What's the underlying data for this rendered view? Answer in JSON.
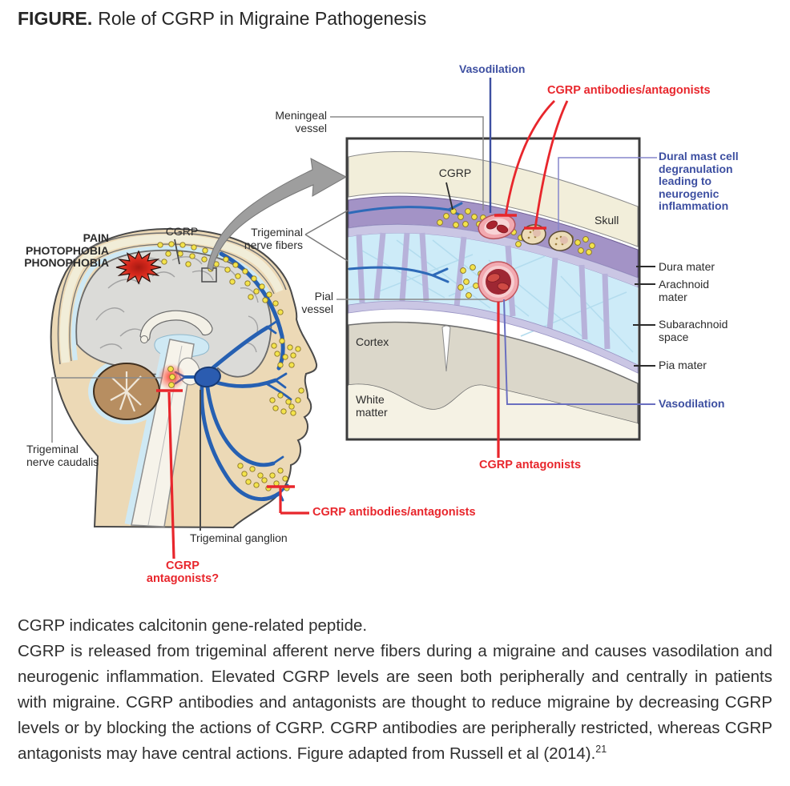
{
  "title": {
    "prefix": "FIGURE.",
    "text": "Role of CGRP in Migraine Pathogenesis"
  },
  "colors": {
    "label_blue": "#3d4fa1",
    "label_red": "#e8262c",
    "label_black": "#2b2b2b",
    "cgrp_dot_yellow": "#f3e34b",
    "nerve_blue": "#2660b2",
    "dura_purple": "#a393c6",
    "arachnoid_lavender": "#cac6e4",
    "subarachnoid_blue": "#cdebf8",
    "skull_cream": "#f2eeda",
    "cortex_gray": "#dbd7ca",
    "skin": "#ecd9b6"
  },
  "head": {
    "labels": {
      "pain": "PAIN\nPHOTOPHOBIA\nPHONOPHOBIA",
      "cgrp": "CGRP",
      "trigeminal_nerve_caudalis": "Trigeminal\nnerve caudalis",
      "trigeminal_ganglion": "Trigeminal ganglion",
      "cgrp_antagonists_q": "CGRP\nantagonists?",
      "cgrp_antibodies": "CGRP antibodies/antagonists"
    }
  },
  "inset": {
    "labels": {
      "vasodilation_top": "Vasodilation",
      "cgrp_antibodies_top": "CGRP antibodies/antagonists",
      "meningeal_vessel": "Meningeal\nvessel",
      "cgrp": "CGRP",
      "trigeminal_nerve_fibers": "Trigeminal\nnerve fibers",
      "dural_mast_cell": "Dural mast cell\ndegranulation\nleading to\nneurogenic\ninflammation",
      "skull": "Skull",
      "dura_mater": "Dura mater",
      "arachnoid_mater": "Arachnoid\nmater",
      "subarachnoid_space": "Subarachnoid\nspace",
      "pia_mater": "Pia mater",
      "vasodilation_right": "Vasodilation",
      "pial_vessel": "Pial\nvessel",
      "cortex": "Cortex",
      "white_matter": "White\nmatter",
      "cgrp_antagonists": "CGRP antagonists"
    }
  },
  "caption": {
    "line1": "CGRP indicates calcitonin gene-related peptide.",
    "body": "CGRP is released from trigeminal afferent nerve fibers during a migraine and causes vasodilation and neurogenic inflammation. Elevated CGRP levels are seen both peripherally and centrally in patients with migraine. CGRP antibodies and antagonists are thought to reduce migraine by decreasing CGRP levels or by blocking the actions of CGRP. CGRP antibodies are peripherally restricted, whereas CGRP antagonists may have central actions. Figure adapted from Russell et al (2014).",
    "reference_superscript": "21"
  }
}
